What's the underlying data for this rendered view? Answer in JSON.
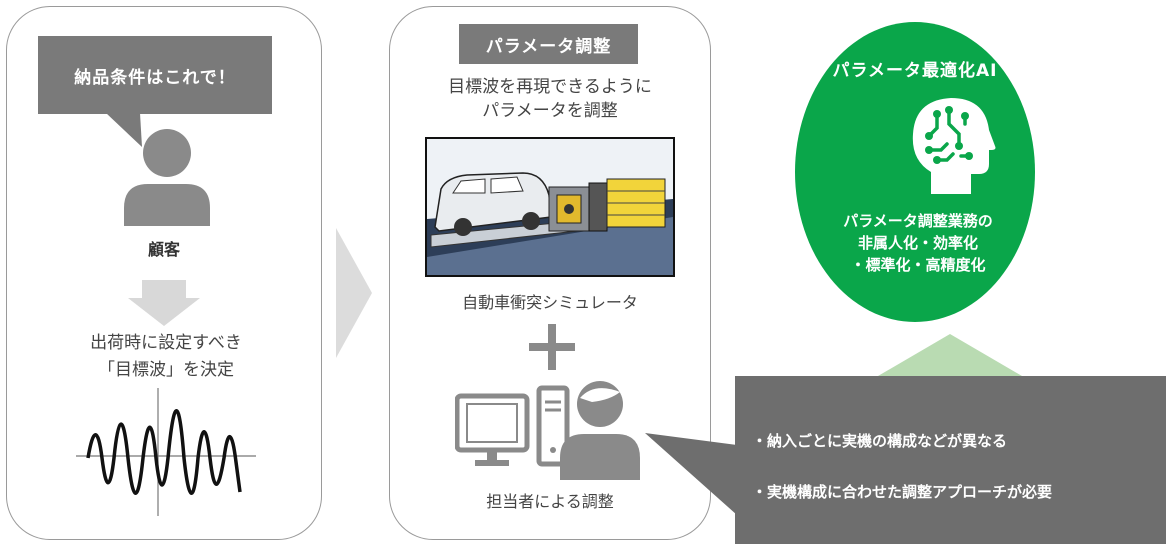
{
  "customer_panel": {
    "callout_text": "納品条件はこれで！",
    "customer_label": "顧客",
    "decision_line1": "出荷時に設定すべき",
    "decision_line2": "「目標波」を決定"
  },
  "adjust_panel": {
    "title": "パラメータ調整",
    "desc_line1": "目標波を再現できるように",
    "desc_line2": "パラメータを調整",
    "simulator_label": "自動車衝突シミュレータ",
    "staff_label": "担当者による調整"
  },
  "ai_panel": {
    "title": "パラメータ最適化AI",
    "benefit_line1": "パラメータ調整業務の",
    "benefit_line2": "非属人化・効率化",
    "benefit_line3": "・標準化・高精度化"
  },
  "issues": [
    "・納入ごとに実機の構成などが異なる",
    "・実機構成に合わせた調整アプローチが必要"
  ],
  "colors": {
    "panel_border": "#9a9a9a",
    "gray_box": "#7a7a7a",
    "icon_gray": "#8a8a8a",
    "ai_green": "#0aa64a",
    "arrow_green": "#b9dbb2",
    "chevron_gray": "#dcdcdc",
    "issues_box": "#6e6e6e"
  },
  "icons": [
    "person-icon",
    "down-arrow-icon",
    "waveform-icon",
    "chevron-right-icon",
    "crash-simulator-image",
    "plus-icon",
    "computer-icon",
    "operator-icon",
    "ai-head-icon",
    "up-arrow-icon"
  ]
}
